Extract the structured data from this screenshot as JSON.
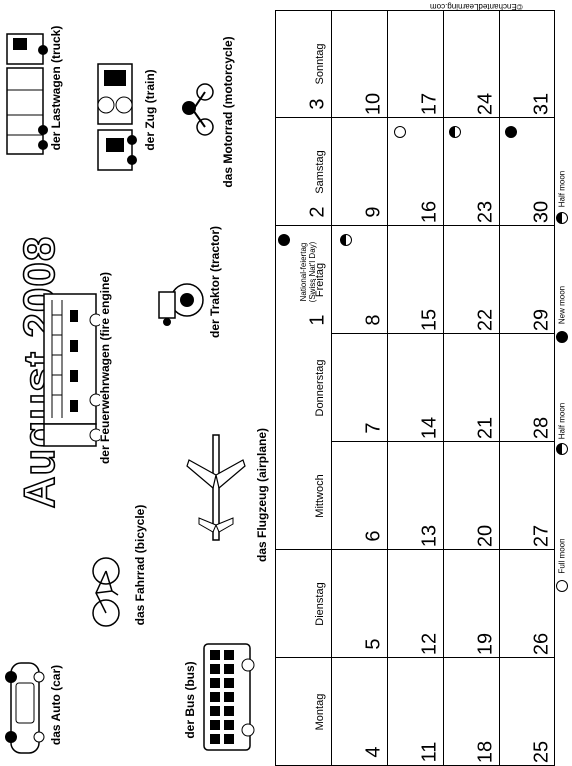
{
  "title": "August 2008",
  "credit": "©EnchantedLearning.com",
  "weekdays": [
    "Montag",
    "Dienstag",
    "Mittwoch",
    "Donnerstag",
    "Freitag",
    "Samstag",
    "Sonntag"
  ],
  "weeks": [
    [
      "",
      "",
      "",
      "",
      "1",
      "2",
      "3"
    ],
    [
      "4",
      "5",
      "6",
      "7",
      "8",
      "9",
      "10"
    ],
    [
      "11",
      "12",
      "13",
      "14",
      "15",
      "16",
      "17"
    ],
    [
      "18",
      "19",
      "20",
      "21",
      "22",
      "23",
      "24"
    ],
    [
      "25",
      "26",
      "27",
      "28",
      "29",
      "30",
      "31"
    ]
  ],
  "holiday_note": [
    "National-feiertag",
    "(Swiss Nat'l Day)"
  ],
  "moon_phases": [
    {
      "day": "1",
      "phase": "new"
    },
    {
      "day": "8",
      "phase": "half"
    },
    {
      "day": "16",
      "phase": "full"
    },
    {
      "day": "23",
      "phase": "half"
    },
    {
      "day": "30",
      "phase": "new"
    }
  ],
  "legend": {
    "full": "Full moon",
    "half1": "Half moon",
    "new": "New moon",
    "half2": "Half moon"
  },
  "vehicles": {
    "car": "das Auto (car)",
    "bus": "der Bus (bus)",
    "bicycle": "das Fahrrad (bicycle)",
    "airplane": "das Flugzeug (airplane)",
    "fire_engine": "der Feuerwehrwagen (fire engine)",
    "tractor": "der Traktor (tractor)",
    "truck": "der Lastwagen (truck)",
    "train": "der Zug (train)",
    "motorcycle": "das Motorrad (motorcycle)"
  }
}
